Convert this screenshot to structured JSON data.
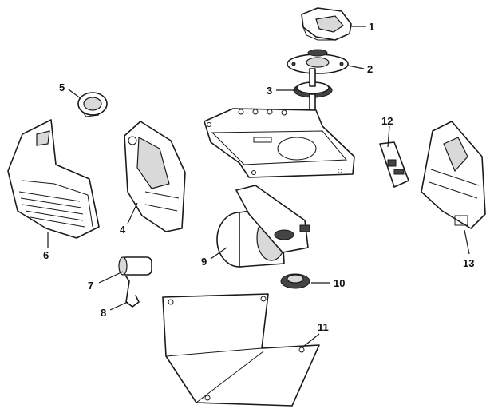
{
  "parts": [
    {
      "id": "1",
      "label": "1"
    },
    {
      "id": "2",
      "label": "2"
    },
    {
      "id": "3",
      "label": "3"
    },
    {
      "id": "4",
      "label": "4"
    },
    {
      "id": "5",
      "label": "5"
    },
    {
      "id": "6",
      "label": "6"
    },
    {
      "id": "7",
      "label": "7"
    },
    {
      "id": "8",
      "label": "8"
    },
    {
      "id": "9",
      "label": "9"
    },
    {
      "id": "10",
      "label": "10"
    },
    {
      "id": "11",
      "label": "11"
    },
    {
      "id": "12",
      "label": "12"
    },
    {
      "id": "13",
      "label": "13"
    }
  ],
  "colors": {
    "line": "#1a1a1a",
    "fill": "#ffffff",
    "shade": "#d9d9d9"
  }
}
